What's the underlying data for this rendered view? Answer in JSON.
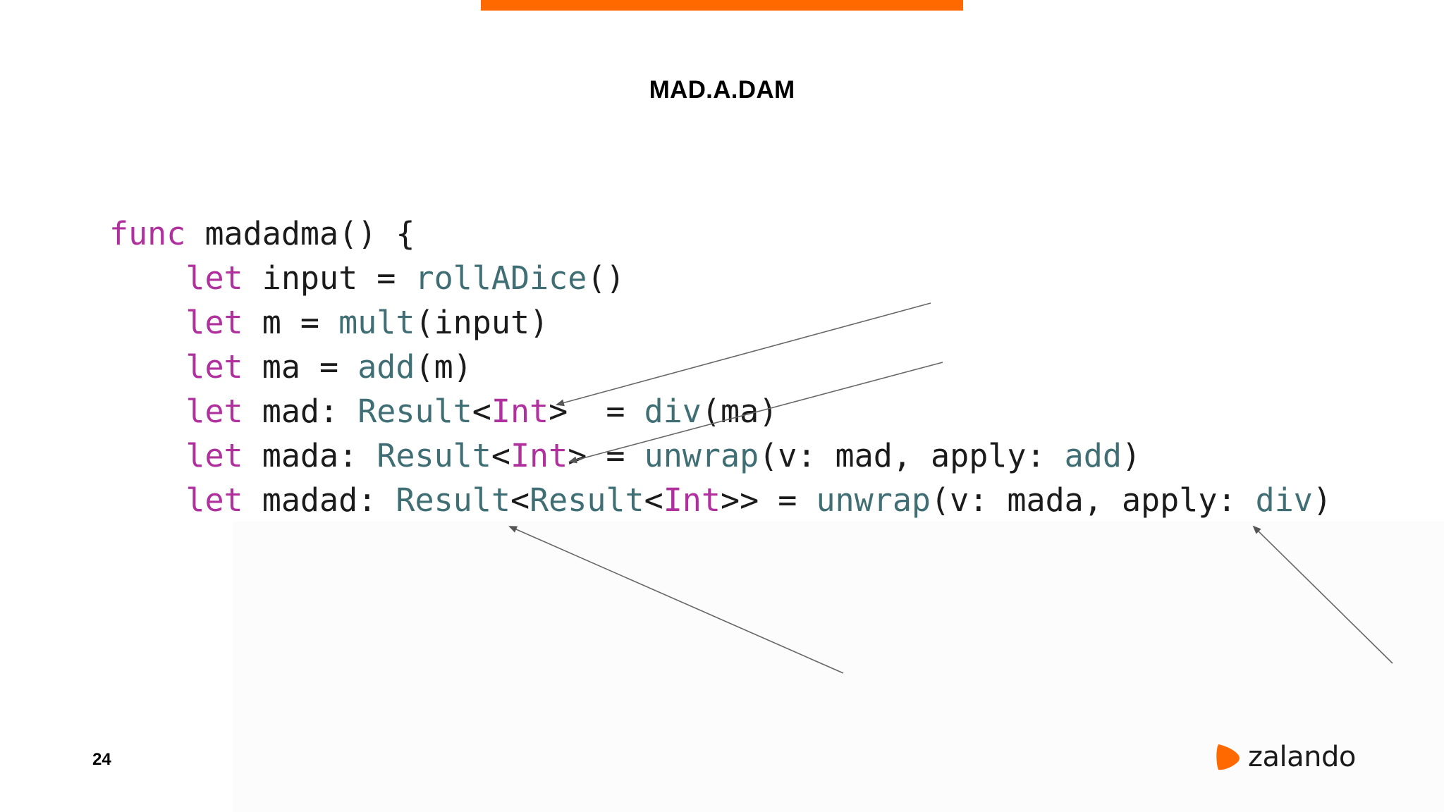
{
  "slide": {
    "accent_color": "#ff6900",
    "title": "MAD.A.DAM",
    "page_number": "24",
    "logo": {
      "icon": "zalando-flag-icon",
      "text": "zalando"
    }
  },
  "code": {
    "keyword_color": "#b0309e",
    "type_color": "#3f6e74",
    "lines": [
      {
        "tokens": [
          {
            "t": "func",
            "c": "kw"
          },
          {
            "t": " madadma() {",
            "c": "pl"
          }
        ]
      },
      {
        "tokens": [
          {
            "t": "    ",
            "c": "pl"
          },
          {
            "t": "let",
            "c": "kw"
          },
          {
            "t": " input = ",
            "c": "pl"
          },
          {
            "t": "rollADice",
            "c": "fn"
          },
          {
            "t": "()",
            "c": "pl"
          }
        ]
      },
      {
        "tokens": [
          {
            "t": "    ",
            "c": "pl"
          },
          {
            "t": "let",
            "c": "kw"
          },
          {
            "t": " m = ",
            "c": "pl"
          },
          {
            "t": "mult",
            "c": "fn"
          },
          {
            "t": "(input)",
            "c": "pl"
          }
        ]
      },
      {
        "tokens": [
          {
            "t": "    ",
            "c": "pl"
          },
          {
            "t": "let",
            "c": "kw"
          },
          {
            "t": " ma = ",
            "c": "pl"
          },
          {
            "t": "add",
            "c": "fn"
          },
          {
            "t": "(m)",
            "c": "pl"
          }
        ]
      },
      {
        "tokens": [
          {
            "t": "    ",
            "c": "pl"
          },
          {
            "t": "let",
            "c": "kw"
          },
          {
            "t": " mad: ",
            "c": "pl"
          },
          {
            "t": "Result",
            "c": "ty"
          },
          {
            "t": "<",
            "c": "pl"
          },
          {
            "t": "Int",
            "c": "kw"
          },
          {
            "t": ">  = ",
            "c": "pl"
          },
          {
            "t": "div",
            "c": "fn"
          },
          {
            "t": "(ma)",
            "c": "pl"
          }
        ]
      },
      {
        "tokens": [
          {
            "t": "    ",
            "c": "pl"
          },
          {
            "t": "let",
            "c": "kw"
          },
          {
            "t": " mada: ",
            "c": "pl"
          },
          {
            "t": "Result",
            "c": "ty"
          },
          {
            "t": "<",
            "c": "pl"
          },
          {
            "t": "Int",
            "c": "kw"
          },
          {
            "t": "> = ",
            "c": "pl"
          },
          {
            "t": "unwrap",
            "c": "fn"
          },
          {
            "t": "(v: mad, apply: ",
            "c": "pl"
          },
          {
            "t": "add",
            "c": "fn"
          },
          {
            "t": ")",
            "c": "pl"
          }
        ]
      },
      {
        "tokens": [
          {
            "t": "    ",
            "c": "pl"
          },
          {
            "t": "let",
            "c": "kw"
          },
          {
            "t": " madad: ",
            "c": "pl"
          },
          {
            "t": "Result",
            "c": "ty"
          },
          {
            "t": "<",
            "c": "pl"
          },
          {
            "t": "Result",
            "c": "ty"
          },
          {
            "t": "<",
            "c": "pl"
          },
          {
            "t": "Int",
            "c": "kw"
          },
          {
            "t": ">> = ",
            "c": "pl"
          },
          {
            "t": "unwrap",
            "c": "fn"
          },
          {
            "t": "(v: mada, apply: ",
            "c": "pl"
          },
          {
            "t": "div",
            "c": "fn"
          },
          {
            "t": ")",
            "c": "pl"
          }
        ]
      }
    ]
  }
}
